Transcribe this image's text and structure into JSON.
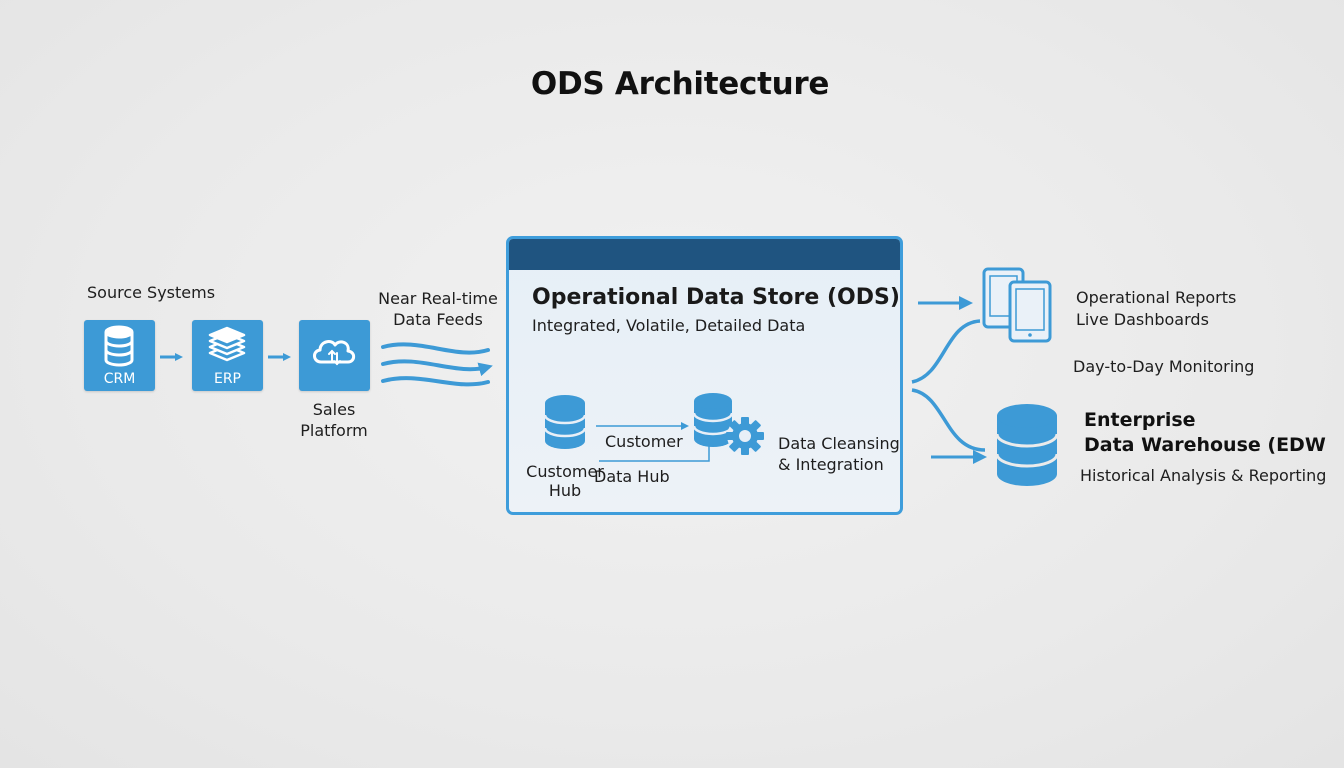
{
  "title": "ODS Architecture",
  "sources": {
    "heading": "Source Systems",
    "crm_label": "CRM",
    "erp_label": "ERP",
    "sales_label_line1": "Sales",
    "sales_label_line2": "Platform"
  },
  "feeds": {
    "line1": "Near Real-time",
    "line2": "Data Feeds"
  },
  "ods": {
    "title": "Operational Data Store (ODS)",
    "subtitle": "Integrated, Volatile, Detailed Data",
    "customer_hub_line1": "Customer",
    "customer_hub_line2": "Hub",
    "customer_label": "Customer",
    "data_hub_label": "Data Hub",
    "cleansing_line1": "Data Cleansing",
    "cleansing_line2": "& Integration"
  },
  "outputs": {
    "reports_line1": "Operational Reports",
    "reports_line2": "Live Dashboards",
    "monitoring": "Day-to-Day Monitoring",
    "edw_line1": "Enterprise",
    "edw_line2": "Data Warehouse (EDW",
    "edw_caption": "Historical Analysis & Reporting"
  },
  "colors": {
    "accent_blue": "#3d9ad6",
    "panel_header": "#1f5480",
    "panel_border": "#3e9ddb"
  },
  "icons": {
    "crm": "database-icon",
    "erp": "layers-icon",
    "sales": "cloud-sync-icon",
    "hub": "database-icon",
    "cleansing": "database-gear-icon",
    "reports": "mobile-devices-icon",
    "edw": "database-icon"
  }
}
